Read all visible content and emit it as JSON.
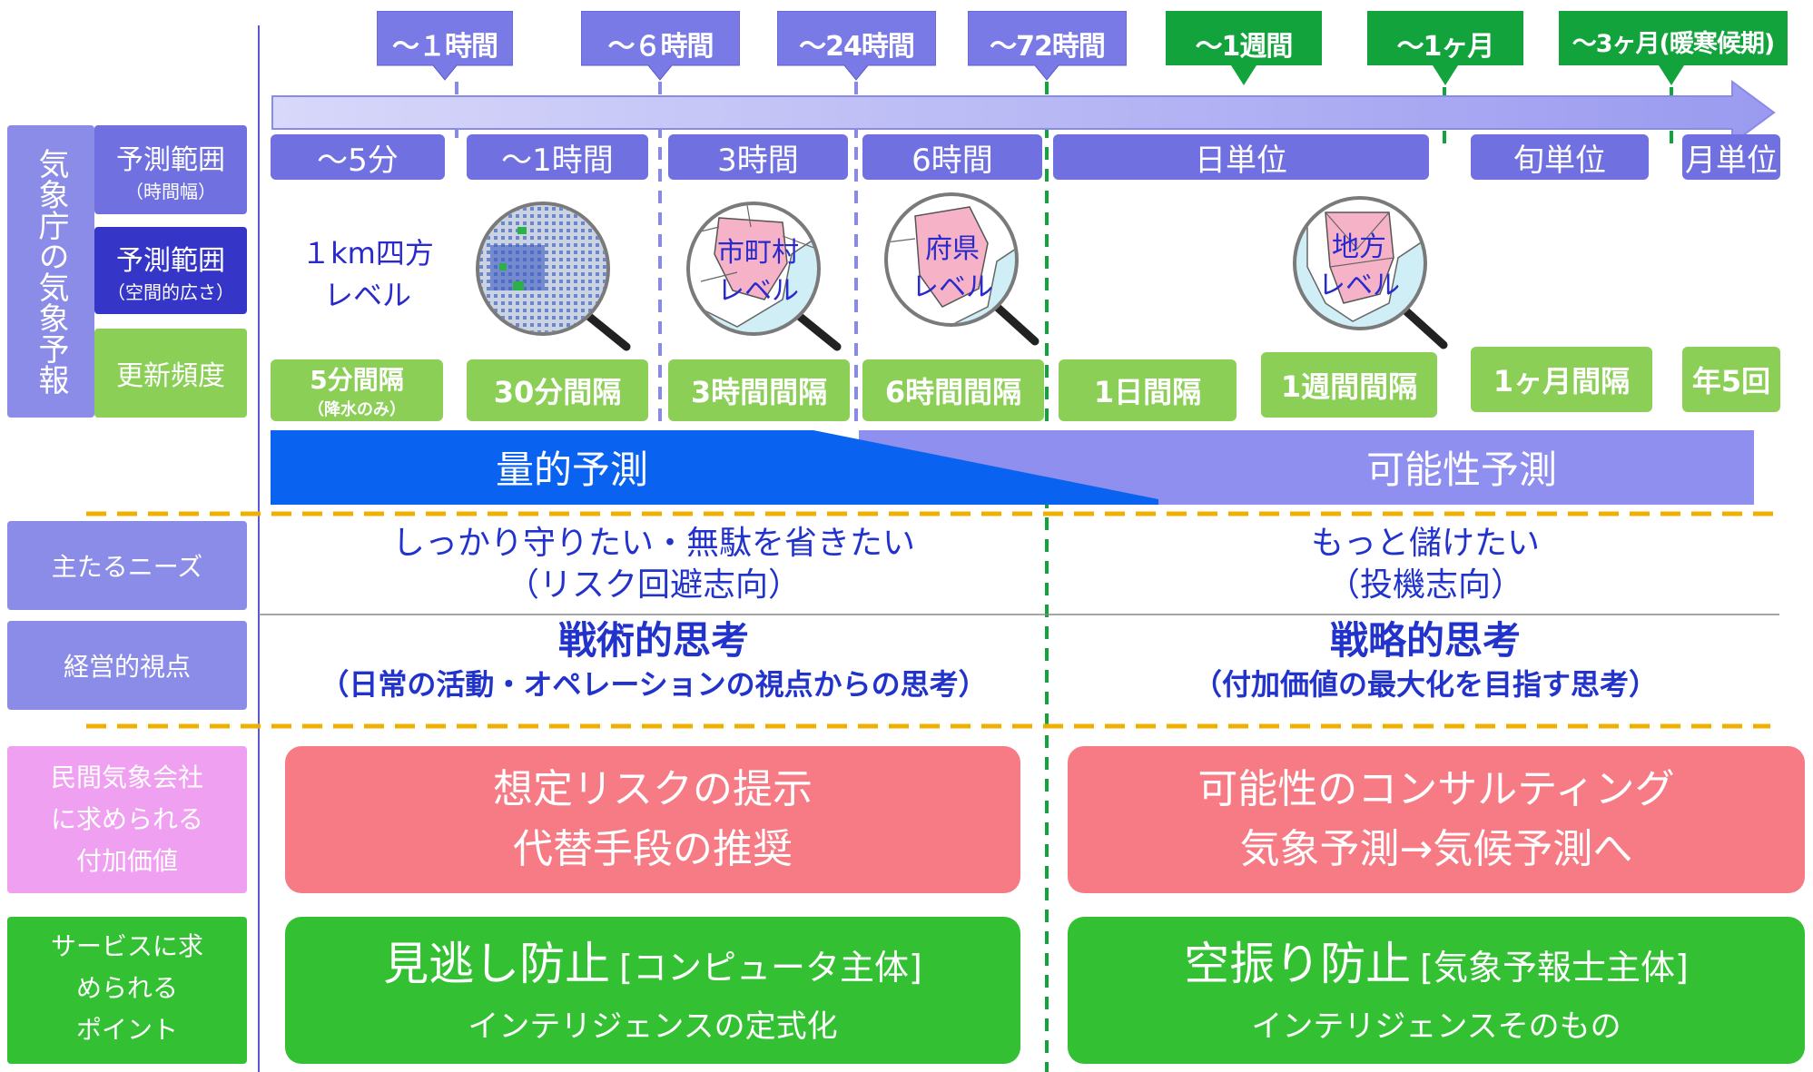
{
  "left_labels": {
    "jma_forecast": "気象庁の気象予報",
    "range_time": "予測範囲",
    "range_time_sub": "（時間幅）",
    "range_space": "予測範囲",
    "range_space_sub": "（空間的広さ）",
    "update_freq": "更新頻度",
    "needs": "主たるニーズ",
    "mgmt": "経営的視点",
    "value_line1": "民間気象会社",
    "value_line2": "に求められる",
    "value_line3": "付加価値",
    "point_line1": "サービスに求",
    "point_line2": "められる",
    "point_line3": "ポイント"
  },
  "flags": [
    {
      "label": "～１時間",
      "color": "#7a7ae6"
    },
    {
      "label": "～６時間",
      "color": "#7a7ae6"
    },
    {
      "label": "～24時間",
      "color": "#7a7ae6"
    },
    {
      "label": "～72時間",
      "color": "#7a7ae6"
    },
    {
      "label": "～1週間",
      "color": "#13a33d"
    },
    {
      "label": "～1ヶ月",
      "color": "#13a33d"
    },
    {
      "label": "～3ヶ月(暖寒候期)",
      "color": "#13a33d"
    }
  ],
  "time_ranges": [
    "～5分",
    "～1時間",
    "3時間",
    "6時間",
    "日単位",
    "旬単位",
    "月単位"
  ],
  "spatial": {
    "km_line1": "１km四方",
    "km_line2": "レベル",
    "city_line1": "市町村",
    "city_line2": "レベル",
    "pref_line1": "府県",
    "pref_line2": "レベル",
    "region_line1": "地方",
    "region_line2": "レベル"
  },
  "updates": {
    "u1": "5分間隔",
    "u1_sub": "（降水のみ）",
    "u2": "30分間隔",
    "u3": "3時間間隔",
    "u4": "6時間間隔",
    "u5": "1日間隔",
    "u6": "1週間間隔",
    "u7": "1ヶ月間隔",
    "u8": "年5回"
  },
  "forecast_types": {
    "quantitative": "量的予測",
    "probabilistic": "可能性予測"
  },
  "needs": {
    "left_line1": "しっかり守りたい・無駄を省きたい",
    "left_line2": "（リスク回避志向）",
    "right_line1": "もっと儲けたい",
    "right_line2": "（投機志向）"
  },
  "mgmt": {
    "left_title": "戦術的思考",
    "left_sub": "（日常の活動・オペレーションの視点からの思考）",
    "right_title": "戦略的思考",
    "right_sub": "（付加価値の最大化を目指す思考）"
  },
  "value": {
    "left_line1": "想定リスクの提示",
    "left_line2": "代替手段の推奨",
    "right_line1": "可能性のコンサルティング",
    "right_line2": "気象予測→気候予測へ"
  },
  "points": {
    "left_main": "見逃し防止",
    "left_bracket": "[コンピュータ主体]",
    "left_sub": "インテリジェンスの定式化",
    "right_main": "空振り防止",
    "right_bracket": "[気象予報士主体]",
    "right_sub": "インテリジェンスそのもの"
  },
  "colors": {
    "header_purple": "#7070e0",
    "light_purple": "#8b8be8",
    "green_flag": "#13a33d",
    "light_green": "#8ccf57",
    "blue_band": "#0a63f0",
    "pink_box": "#f77b84",
    "green_box": "#33c133"
  }
}
